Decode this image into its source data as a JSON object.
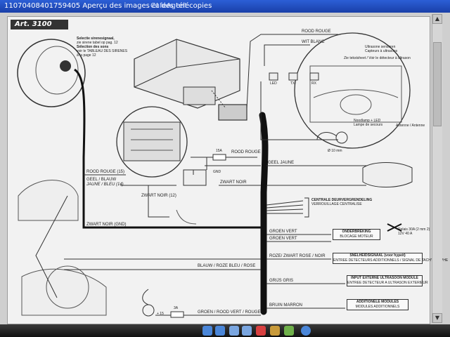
{
  "window": {
    "title": "11070408401759405",
    "title_suffix": "Aperçu des images et des télécopies",
    "app_name": "CafeAgent"
  },
  "diagram": {
    "article": "Art. 3100",
    "labels": {
      "selectie": [
        "Selectie sirenesignaal,",
        "zie sirene tabel op pag. 12",
        "Sélection des sons",
        "voir le TABLEAU DES SIRENES",
        "à la page 12"
      ],
      "rood_rouge_top": "ROOD ROUGE",
      "wit_blanc": "WIT BLANC",
      "led": "LED",
      "tx": "TX",
      "rx": "RX",
      "ultrasone": [
        "Ultrasone sensoren",
        "Capteurs à ultrasons"
      ],
      "tamper": "Zie tekstsheet / Voir le détecteur à ultrason",
      "noodlamp": [
        "Noodlamp + LED",
        "Lampe de secours"
      ],
      "antenne": "Antenne / Antenne",
      "size": "Ø 10 mm",
      "fuse_15a": "15A",
      "rood_rouge_mid": "ROOD ROUGE",
      "rood_rouge_15": "ROOD ROUGE (15)",
      "geel_jaune_left": [
        "GEEL / BLAUW",
        "JAUNE / BLEU (14)"
      ],
      "zwart_noir_12": "ZWART NOIR (12)",
      "zwart_noir_gnd": "ZWART NOIR (GND)",
      "geel_jaune": "GEEL JAUNE",
      "gnd": "GND",
      "zwart_noir": "ZWART NOIR",
      "centrale": [
        "CENTRALE DEURVERGRENDELING",
        "VERROUILLAGE CENTRALISE"
      ],
      "groen_vert_1": "GROEN VERT",
      "groen_vert_2": "GROEN VERT",
      "onderbreking": [
        "ONDERBREKING",
        "BLOCAGE MOTEUR"
      ],
      "relay": [
        "Relais 30A (2 mm 2)",
        "12V 40 A"
      ],
      "blauw_roze": "BLAUW / ROZE BLEU / ROSE",
      "rozi_zwart": "ROZE/ ZWART ROSE / NOIR",
      "snelheid": [
        "SNELHEIDSIGNAAL (voor hypeit)",
        "ENTREE DETECTEURS ADDITIONNELS / SIGNAL DE TACHYGRAPHE"
      ],
      "grijs_gris": "GRIJS GRIS",
      "input_ext": [
        "INPUT EXTERNE ULTRASOON MODULE",
        "ENTREE DETECTEUR A ULTRASON EXTERIEUR"
      ],
      "bruin": "BRUIN MARRON",
      "aanvullende": [
        "ADDITIONELE MODULES",
        "MODULES ADDITIONNELS"
      ],
      "fuse_3a": "3A",
      "groen_rood": "GROEN / ROOD VERT / ROUGE",
      "plus15": "+ 15"
    }
  },
  "colors": {
    "titlebar": "#2450c4",
    "wire": "#111111",
    "page": "#f2f2f2"
  },
  "taskbar_icons": [
    "back-icon",
    "forward-icon",
    "zoom-in-icon",
    "zoom-out-icon",
    "print-icon",
    "delete-icon",
    "save-icon",
    "info-icon"
  ]
}
